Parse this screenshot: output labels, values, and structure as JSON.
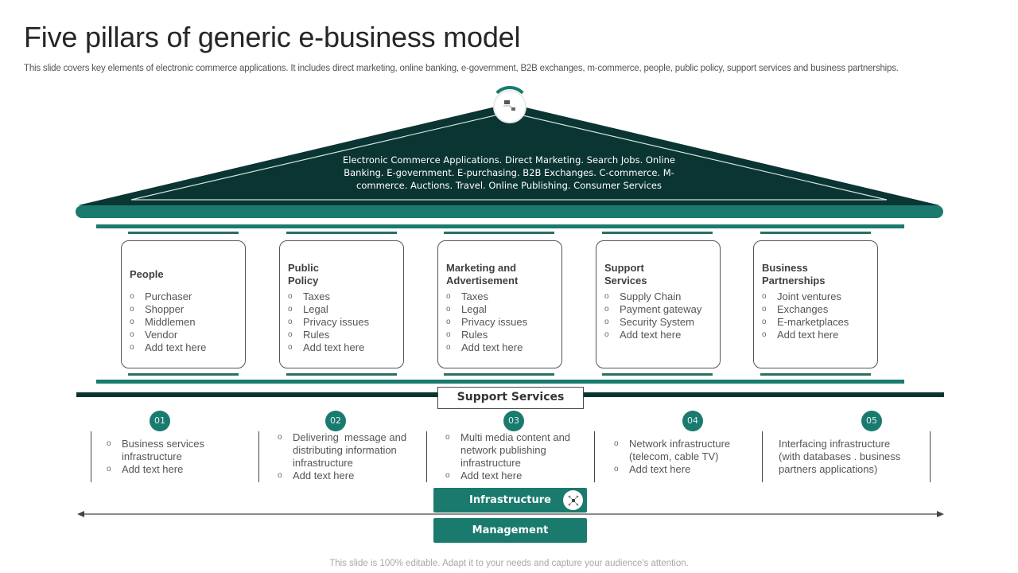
{
  "title": "Five pillars of generic e-business model",
  "subtitle": "This slide covers key elements of electronic commerce applications. It includes direct marketing, online banking, e-government, B2B exchanges, m-commerce, people, public policy, support services and business partnerships.",
  "roof": {
    "text": "Electronic Commerce Applications. Direct Marketing. Search Jobs. Online Banking. E-government. E-purchasing. B2B Exchanges. C-commerce. M-commerce. Auctions. Travel. Online Publishing. Consumer Services",
    "badge_icon": "shopping-cart-icon"
  },
  "pillars": [
    {
      "title": "People",
      "items": [
        "Purchaser",
        "Shopper",
        "Middlemen",
        "Vendor",
        "Add text here"
      ]
    },
    {
      "title": "Public Policy",
      "items": [
        "Taxes",
        "Legal",
        "Privacy issues",
        "Rules",
        "Add text here"
      ]
    },
    {
      "title": "Marketing and Advertisement",
      "items": [
        "Taxes",
        "Legal",
        "Privacy issues",
        "Rules",
        "Add text here"
      ]
    },
    {
      "title": "Support Services",
      "items": [
        "Supply Chain",
        "Payment gateway",
        "Security System",
        "Add text here"
      ]
    },
    {
      "title": "Business Partnerships",
      "items": [
        "Joint ventures",
        "Exchanges",
        "E-marketplaces",
        "Add text here"
      ]
    }
  ],
  "support": {
    "label": "Support Services",
    "columns": [
      {
        "number": "01",
        "items": [
          "Business services infrastructure",
          "Add text here"
        ]
      },
      {
        "number": "02",
        "items": [
          "Delivering  message and distributing information infrastructure",
          "Add text here"
        ]
      },
      {
        "number": "03",
        "items": [
          "Multi media content and network publishing infrastructure",
          "Add text here"
        ]
      },
      {
        "number": "04",
        "items": [
          "Network infrastructure (telecom, cable TV)",
          "Add text here"
        ]
      },
      {
        "number": "05",
        "text": "Interfacing infrastructure (with databases . business partners applications)"
      }
    ]
  },
  "buttons": {
    "infrastructure": "Infrastructure",
    "management": "Management"
  },
  "footer": "This slide is 100% editable. Adapt it to your needs and capture your audience's attention.",
  "colors": {
    "dark_teal": "#0b3532",
    "teal": "#1a7a6e",
    "badge_text": "#d7f5f0"
  },
  "bullet_glyph": "o"
}
